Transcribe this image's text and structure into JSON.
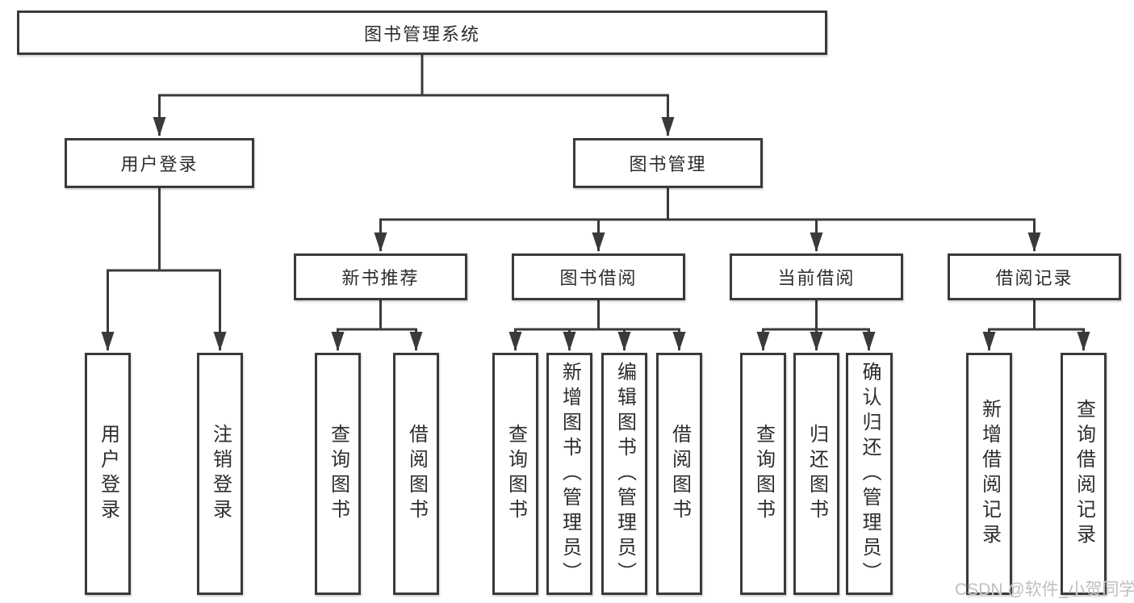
{
  "colors": {
    "line": "#3a3a3a",
    "ink": "#2d2d2d",
    "watermark": "#bfbfbf",
    "background": "#ffffff"
  },
  "watermark": "CSDN @软件_小贺同学",
  "tree": {
    "root": "图书管理系统",
    "branches": [
      {
        "label": "用户登录",
        "children": [
          "用户登录",
          "注销登录"
        ]
      },
      {
        "label": "图书管理",
        "children": [
          {
            "label": "新书推荐",
            "children": [
              "查询图书",
              "借阅图书"
            ]
          },
          {
            "label": "图书借阅",
            "children": [
              "查询图书",
              "新增图书（管理员）",
              "编辑图书（管理员）",
              "借阅图书"
            ]
          },
          {
            "label": "当前借阅",
            "children": [
              "查询图书",
              "归还图书",
              "确认归还（管理员）"
            ]
          },
          {
            "label": "借阅记录",
            "children": [
              "新增借阅记录",
              "查询借阅记录"
            ]
          }
        ]
      }
    ]
  }
}
